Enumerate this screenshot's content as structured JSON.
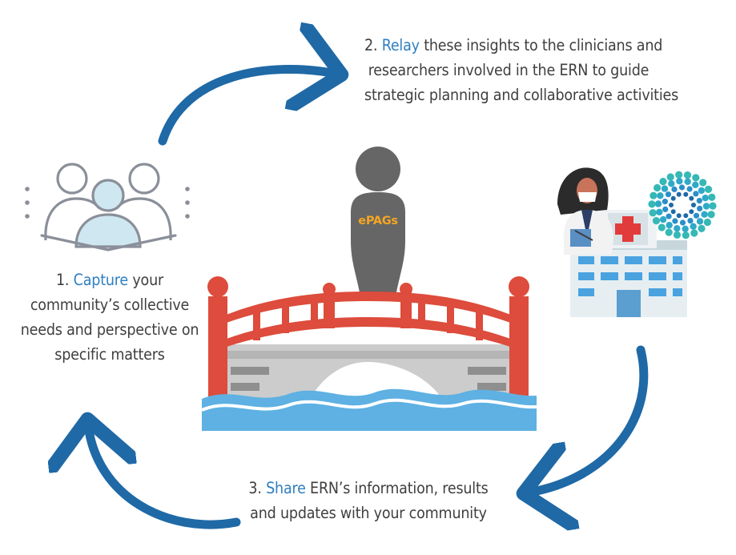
{
  "steps": {
    "capture": {
      "prefix": "1. ",
      "keyword": "Capture",
      "line1_rest": " your",
      "line2": "community’s collective",
      "line3": "needs and perspective on",
      "line4": "specific matters"
    },
    "relay": {
      "prefix": "2. ",
      "keyword": "Relay",
      "line1_rest": " these insights to the clinicians and",
      "line2": "researchers involved in the ERN to guide",
      "line3": "strategic planning and collaborative activities"
    },
    "share": {
      "prefix": "3. ",
      "keyword": "Share",
      "line1_rest": " ERN’s  information, results",
      "line2": "and updates with your community"
    }
  },
  "figure_label": "ePAGs",
  "icons": {
    "community": "community-group-icon",
    "clinician": "clinician-icon",
    "hospital": "hospital-icon",
    "ern_logo": "ern-logo-icon",
    "bridge": "bridge-icon",
    "person": "person-figure-icon"
  },
  "colors": {
    "arrow": "#1f69a6",
    "keyword": "#2f7fc1",
    "text": "#3f3f3f",
    "bridge_red": "#dd4c3c",
    "water": "#5eb1e2",
    "stone": "#c8c8c8",
    "figure": "#666666",
    "figure_label": "#f5a623",
    "community_fill": "#cfe7f1",
    "outline": "#8a8f99"
  }
}
